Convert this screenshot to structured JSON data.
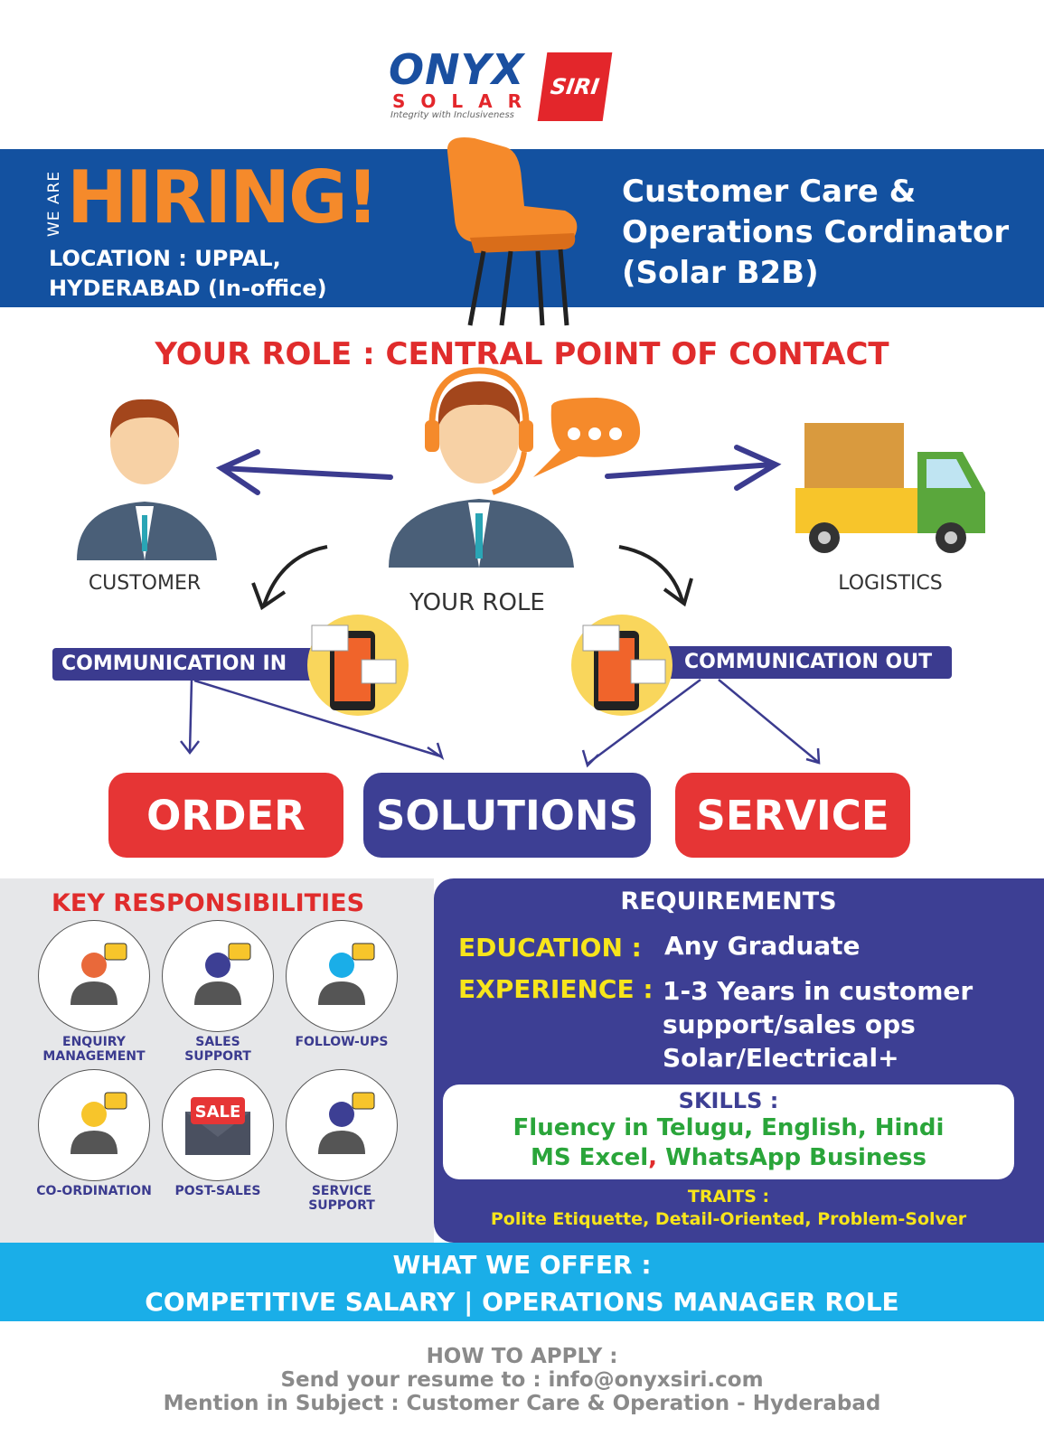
{
  "logo": {
    "name": "ONYX",
    "sub": "SOLAR",
    "badge": "SIRI",
    "tagline": "Integrity with Inclusiveness"
  },
  "banner": {
    "we_are": "WE ARE",
    "hiring": "HIRING!",
    "location_line1": "LOCATION : UPPAL,",
    "location_line2": "HYDERABAD (In-office)",
    "title_line1": "Customer Care &",
    "title_line2": "Operations Cordinator",
    "title_line3": "(Solar B2B)"
  },
  "role": {
    "heading": "YOUR ROLE : CENTRAL POINT OF CONTACT",
    "customer": "CUSTOMER",
    "your_role": "YOUR ROLE",
    "logistics": "LOGISTICS",
    "comm_in": "COMMUNICATION IN",
    "comm_out": "COMMUNICATION OUT",
    "order": "ORDER",
    "solutions": "SOLUTIONS",
    "service": "SERVICE"
  },
  "key": {
    "heading": "KEY RESPONSIBILITIES",
    "items": [
      {
        "l1": "ENQUIRY",
        "l2": "MANAGEMENT",
        "icon": "enquiry-icon"
      },
      {
        "l1": "SALES",
        "l2": "SUPPORT",
        "icon": "sales-icon"
      },
      {
        "l1": "FOLLOW-UPS",
        "l2": "",
        "icon": "calendar-icon"
      },
      {
        "l1": "CO-ORDINATION",
        "l2": "",
        "icon": "coordination-icon"
      },
      {
        "l1": "POST-SALES",
        "l2": "",
        "icon": "sale-envelope-icon",
        "badge": "SALE"
      },
      {
        "l1": "SERVICE",
        "l2": "SUPPORT",
        "icon": "service-icon"
      }
    ]
  },
  "req": {
    "heading": "REQUIREMENTS",
    "edu_label": "EDUCATION :",
    "edu_value": "Any Graduate",
    "exp_label": "EXPERIENCE :",
    "exp_line1": "1-3 Years in customer",
    "exp_line2": "support/sales ops",
    "exp_line3": "Solar/Electrical+",
    "skills_label": "SKILLS :",
    "skills_line1": "Fluency in Telugu, English, Hindi",
    "skills_line2a": "MS Excel",
    "skills_comma": ",",
    "skills_line2b": " WhatsApp Business",
    "traits_label": "TRAITS :",
    "traits_value": "Polite Etiquette, Detail-Oriented, Problem-Solver"
  },
  "offer": {
    "heading": "WHAT WE OFFER :",
    "value": "COMPETITIVE SALARY | OPERATIONS MANAGER ROLE"
  },
  "apply": {
    "heading": "HOW TO APPLY :",
    "line1": "Send your resume to : info@onyxsiri.com",
    "line2": "Mention in Subject : Customer Care & Operation - Hyderabad"
  },
  "colors": {
    "blue": "#1351a0",
    "orange": "#f58a2b",
    "red": "#e02c2c",
    "navy": "#3d3f94",
    "cyan": "#1aaee8",
    "yellow": "#f7e51b",
    "green": "#2aa53a"
  }
}
